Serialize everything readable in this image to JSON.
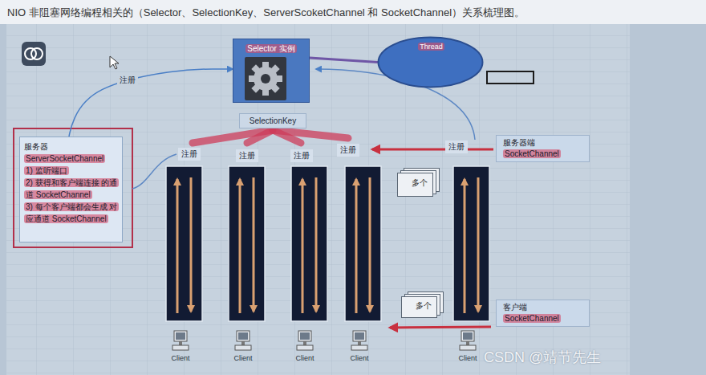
{
  "diagram": {
    "title": "NIO 非阻塞网络编程相关的（Selector、SelectionKey、ServerScoketChannel 和 SocketChannel）关系梳理图。",
    "nodes": [
      {
        "text": [
          "Selector 实例"
        ]
      },
      {
        "text": [
          "Thread"
        ]
      },
      {
        "text": [
          "SelectionKey"
        ]
      },
      {
        "text": [
          "服务器",
          "ServerSocketChannel",
          "1) 监听端口",
          "2) 获得和客户端连接 的通道 SocketChannel",
          "3) 每个客户端都会生成 对应通道 SocketChannel"
        ]
      },
      {
        "text": [
          "服务器端",
          "SocketChannel"
        ]
      },
      {
        "text": [
          "多个"
        ]
      },
      {
        "text": [
          "多个"
        ]
      },
      {
        "text": [
          "客户端",
          "SocketChannel"
        ]
      }
    ],
    "edges": [
      {
        "from": 0,
        "to": 1,
        "arrow": "none"
      },
      {
        "from": 3,
        "to": 0,
        "arrow": "to",
        "label": "注册"
      }
    ],
    "labels": [
      "注册",
      "注册",
      "注册",
      "注册",
      "注册",
      "Client",
      "Client",
      "Client",
      "Client",
      "Client",
      "CSDN @靖节先生"
    ]
  }
}
